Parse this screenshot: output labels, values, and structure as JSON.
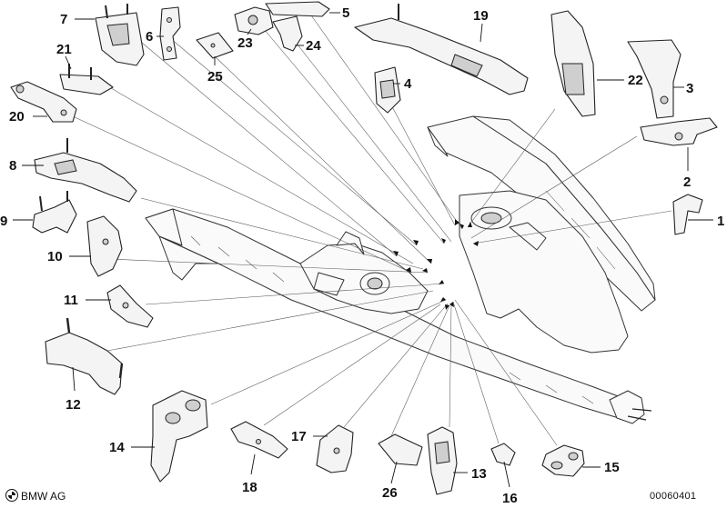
{
  "labels": {
    "p1": "1",
    "p2": "2",
    "p3": "3",
    "p4": "4",
    "p5": "5",
    "p6": "6",
    "p7": "7",
    "p8": "8",
    "p9": "9",
    "p10": "10",
    "p11": "11",
    "p12": "12",
    "p13": "13",
    "p14": "14",
    "p15": "15",
    "p16": "16",
    "p17": "17",
    "p18": "18",
    "p19": "19",
    "p20": "20",
    "p21": "21",
    "p22": "22",
    "p23": "23",
    "p24": "24",
    "p25": "25",
    "p26": "26"
  },
  "footer": {
    "brand": "BMW AG",
    "document_id": "00060401"
  }
}
